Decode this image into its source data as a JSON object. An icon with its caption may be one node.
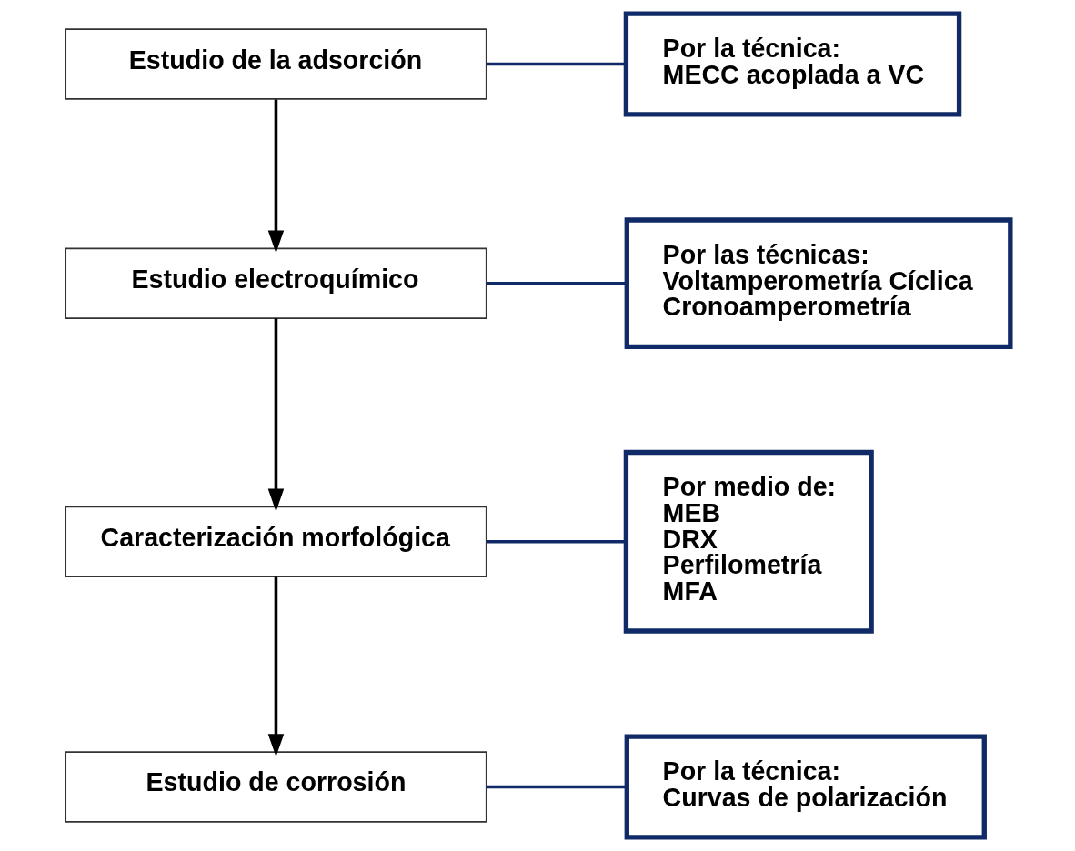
{
  "diagram": {
    "nodes": [
      {
        "text": [
          "Estudio de la adsorción"
        ]
      },
      {
        "text": [
          "Por la técnica:",
          "MECC acoplada a VC"
        ]
      },
      {
        "text": [
          "Estudio electroquímico"
        ]
      },
      {
        "text": [
          "Por las técnicas:",
          "Voltamperometría Cíclica",
          "Cronoamperometría"
        ]
      },
      {
        "text": [
          "Caracterización morfológica"
        ]
      },
      {
        "text": [
          "Por medio de:",
          "MEB",
          "DRX",
          "Perfilometría",
          "MFA"
        ]
      },
      {
        "text": [
          "Estudio de corrosión"
        ]
      },
      {
        "text": [
          "Por la técnica:",
          "Curvas de polarización"
        ]
      }
    ],
    "edges": [
      {
        "from": 0,
        "to": 1,
        "arrow": "none",
        "color": "#0f2a66"
      },
      {
        "from": 0,
        "to": 2,
        "arrow": "to",
        "color": "#000000"
      },
      {
        "from": 2,
        "to": 3,
        "arrow": "none",
        "color": "#0f2a66"
      },
      {
        "from": 2,
        "to": 4,
        "arrow": "to",
        "color": "#000000"
      },
      {
        "from": 4,
        "to": 5,
        "arrow": "none",
        "color": "#0f2a66"
      },
      {
        "from": 4,
        "to": 6,
        "arrow": "to",
        "color": "#000000"
      },
      {
        "from": 6,
        "to": 7,
        "arrow": "none",
        "color": "#0f2a66"
      }
    ]
  }
}
